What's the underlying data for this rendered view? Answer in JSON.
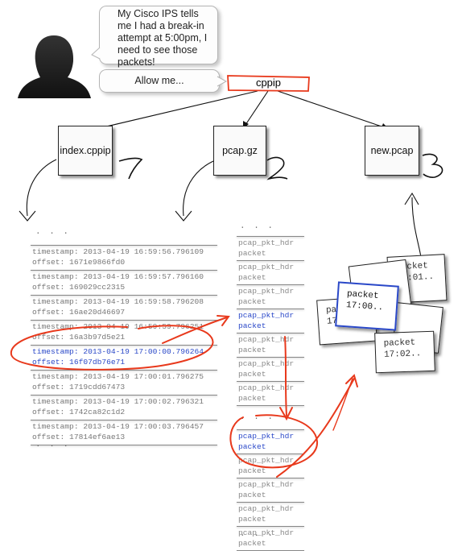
{
  "bubbles": {
    "question": "My Cisco IPS tells me I had a break-in attempt at 5:00pm, I need to see those packets!",
    "answer": "Allow me..."
  },
  "root": {
    "label": "cppip"
  },
  "files": [
    {
      "label": "index.cppip",
      "number": "1"
    },
    {
      "label": "pcap.gz",
      "number": "2"
    },
    {
      "label": "new.pcap",
      "number": "3"
    }
  ],
  "index_rows": [
    {
      "timestamp": "timestamp: 2013-04-19 16:59:56.796109",
      "offset": "offset: 1671e9866fd0",
      "highlight": false
    },
    {
      "timestamp": "timestamp: 2013-04-19 16:59:57.796160",
      "offset": "offset: 169029cc2315",
      "highlight": false
    },
    {
      "timestamp": "timestamp: 2013-04-19 16:59:58.796208",
      "offset": "offset: 16ae20d46697",
      "highlight": false
    },
    {
      "timestamp": "timestamp: 2013-04-19 16:59:59.796251",
      "offset": "offset: 16a3b97d5e21",
      "highlight": false
    },
    {
      "timestamp": "timestamp: 2013-04-19 17:00:00.796264",
      "offset": "offset: 16f07db76e71",
      "highlight": true
    },
    {
      "timestamp": "timestamp: 2013-04-19 17:00:01.796275",
      "offset": "offset: 1719cdd67473",
      "highlight": false
    },
    {
      "timestamp": "timestamp: 2013-04-19 17:00:02.796321",
      "offset": "offset: 1742ca82c1d2",
      "highlight": false
    },
    {
      "timestamp": "timestamp: 2013-04-19 17:00:03.796457",
      "offset": "offset: 17814ef6ae13",
      "highlight": false
    }
  ],
  "pcap_records_top": [
    {
      "hdr": "pcap_pkt_hdr",
      "packet": "packet",
      "highlight": false
    },
    {
      "hdr": "pcap_pkt_hdr",
      "packet": "packet",
      "highlight": false
    },
    {
      "hdr": "pcap_pkt_hdr",
      "packet": "packet",
      "highlight": false
    },
    {
      "hdr": "pcap_pkt_hdr",
      "packet": "packet",
      "highlight": true
    },
    {
      "hdr": "pcap_pkt_hdr",
      "packet": "packet",
      "highlight": false
    },
    {
      "hdr": "pcap_pkt_hdr",
      "packet": "packet",
      "highlight": false
    },
    {
      "hdr": "pcap_pkt_hdr",
      "packet": "packet",
      "highlight": false
    }
  ],
  "pcap_records_bottom": [
    {
      "hdr": "pcap_pkt_hdr",
      "packet": "packet",
      "highlight": true
    },
    {
      "hdr": "pcap_pkt_hdr",
      "packet": "packet",
      "highlight": false
    },
    {
      "hdr": "pcap_pkt_hdr",
      "packet": "packet",
      "highlight": false
    },
    {
      "hdr": "pcap_pkt_hdr",
      "packet": "packet",
      "highlight": false
    },
    {
      "hdr": "pcap_pkt_hdr",
      "packet": "packet",
      "highlight": false
    }
  ],
  "ellipsis": ". . .",
  "packet_cards": [
    {
      "line1": "packet",
      "line2": "17:01.."
    },
    {
      "line1": "packet",
      "line2": "17:00.."
    },
    {
      "line1": "packet",
      "line2": "17:0"
    },
    {
      "line1": "packet",
      "line2": "17:02.."
    }
  ],
  "colors": {
    "highlight_text": "#2a48c8",
    "annotation": "#e8391c"
  }
}
